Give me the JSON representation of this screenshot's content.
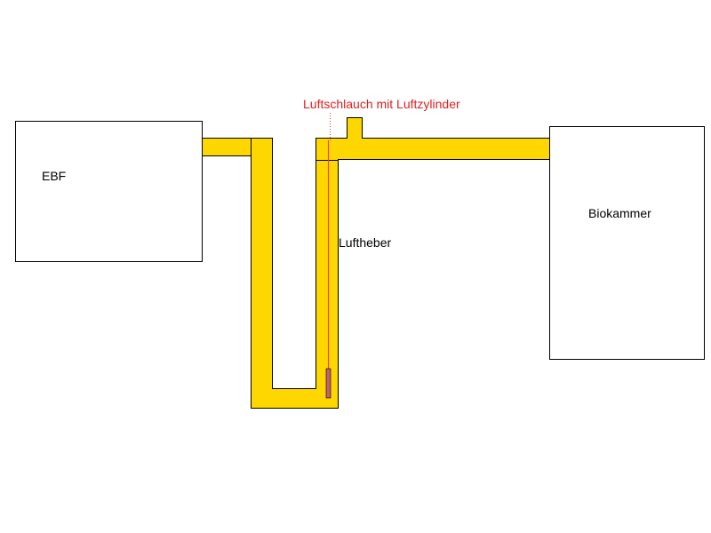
{
  "labels": {
    "ebf": "EBF",
    "biokammer": "Biokammer",
    "luftheber": "Luftheber",
    "air_hose": "Luftschlauch mit Luftzylinder"
  },
  "colors": {
    "pipe": "#FFD700",
    "air_hose_line": "#E8453C",
    "air_cylinder": "#C06070",
    "note_text": "#E02020"
  }
}
